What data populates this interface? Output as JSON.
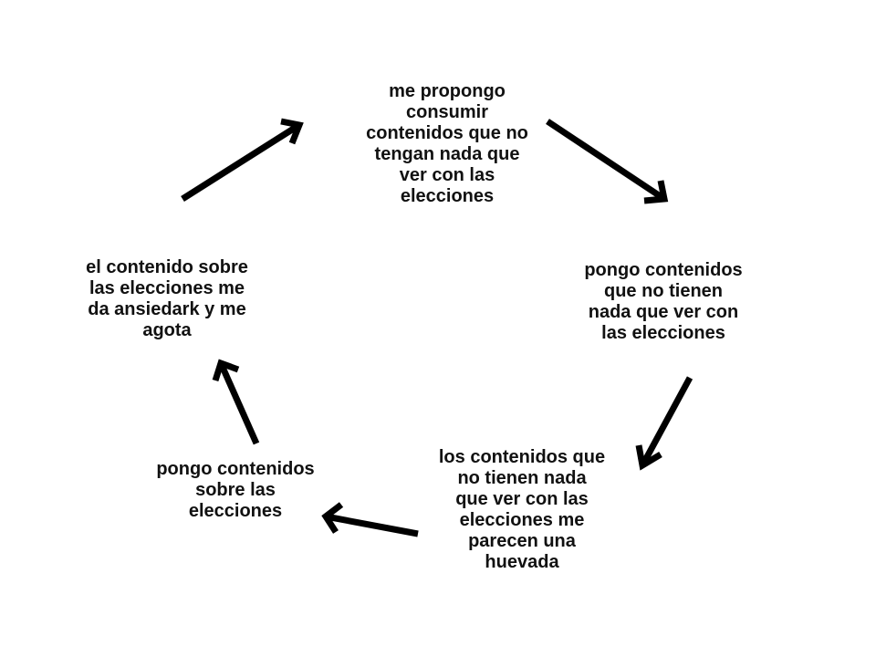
{
  "nodes": [
    {
      "id": "top",
      "lines": [
        "me propongo",
        "consumir",
        "contenidos que no",
        "tengan nada que",
        "ver con las",
        "elecciones"
      ]
    },
    {
      "id": "right",
      "lines": [
        "pongo contenidos",
        "que no tienen",
        "nada que ver con",
        "las elecciones"
      ]
    },
    {
      "id": "bottom-right",
      "lines": [
        "los contenidos que",
        "no tienen nada",
        "que ver con las",
        "elecciones me",
        "parecen una",
        "huevada"
      ]
    },
    {
      "id": "bottom-left",
      "lines": [
        "pongo contenidos",
        "sobre las",
        "elecciones"
      ]
    },
    {
      "id": "left",
      "lines": [
        "el contenido sobre",
        "las elecciones me",
        "da ansiedark y me",
        "agota"
      ]
    }
  ],
  "arrow_color": "#000000"
}
